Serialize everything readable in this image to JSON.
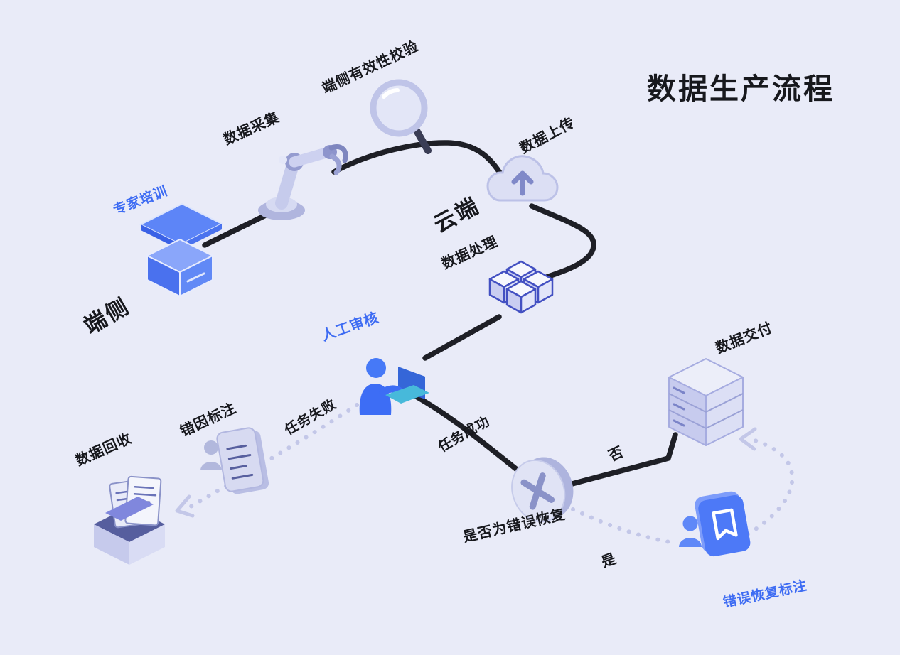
{
  "title": "数据生产流程",
  "zones": {
    "device": "端侧",
    "cloud": "云端"
  },
  "nodes": {
    "expert_training": "专家培训",
    "data_collection": "数据采集",
    "device_validation": "端侧有效性校验",
    "data_upload": "数据上传",
    "data_processing": "数据处理",
    "manual_review": "人工审核",
    "error_cause_annotation": "错因标注",
    "data_recycle": "数据回收",
    "decision": "是否为错误恢复",
    "data_delivery": "数据交付",
    "error_recovery_annotation": "错误恢复标注"
  },
  "edges": {
    "task_failed": "任务失败",
    "task_success": "任务成功",
    "no": "否",
    "yes": "是"
  },
  "colors": {
    "background": "#e9ebf8",
    "accent_blue": "#3e6cf3",
    "flow_line": "#1e1f26",
    "dotted_line": "#c3c7e8",
    "label_dark": "#17181d"
  }
}
